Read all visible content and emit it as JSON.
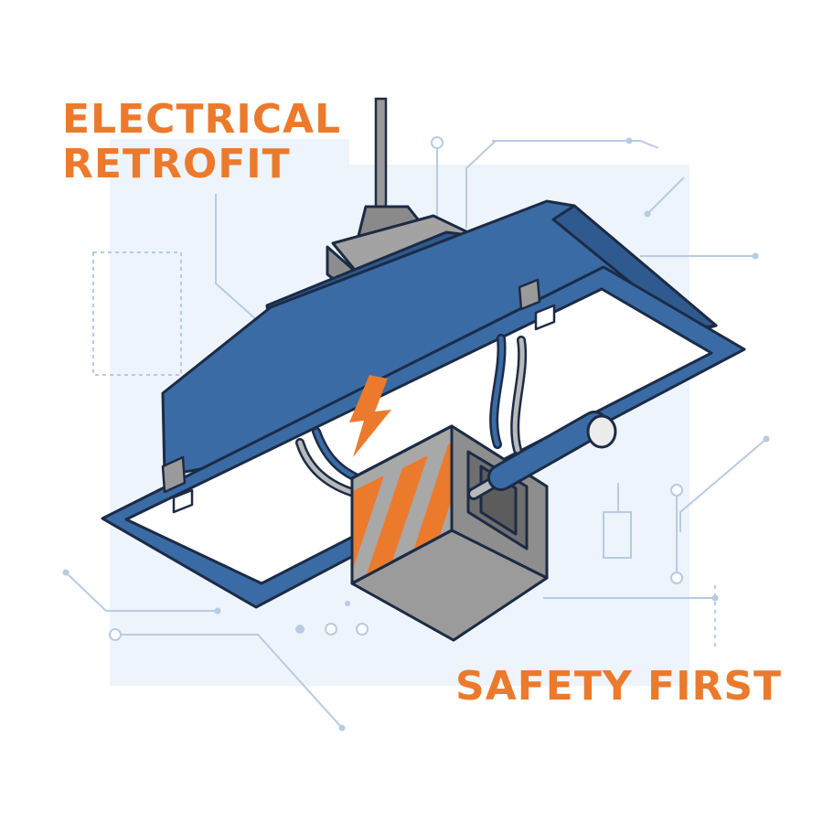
{
  "title": {
    "line1": "ELECTRICAL",
    "line2": "RETROFIT"
  },
  "tagline": "SAFETY FIRST",
  "colors": {
    "accent_orange": "#EC7A2C",
    "fixture_blue": "#3A6BA5",
    "fixture_blue_dark": "#2E5A8F",
    "outline_navy": "#1C2B45",
    "box_gray": "#A3A3A3",
    "backdrop_blue": "#EEF4FC",
    "circuit_line": "#B7CBE3"
  },
  "icons": {
    "hazard": "lightning-bolt-icon"
  }
}
